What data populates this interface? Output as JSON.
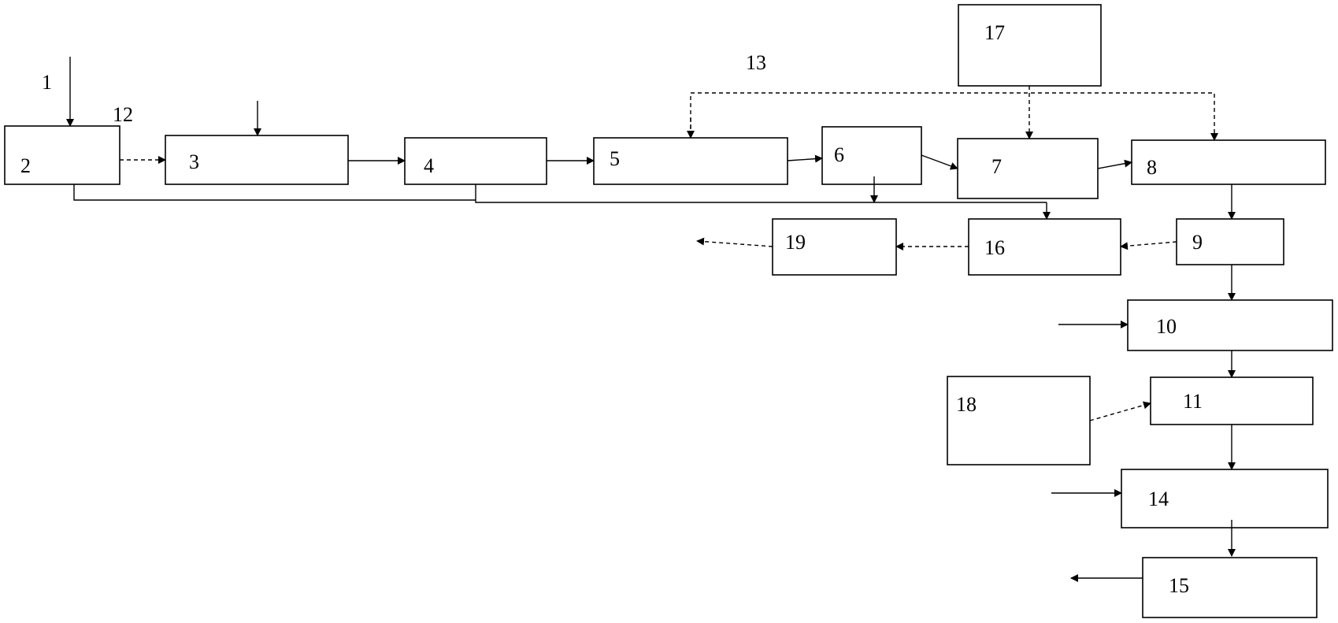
{
  "boxes": [
    {
      "id": "b2",
      "label": "2"
    },
    {
      "id": "b3",
      "label": "3"
    },
    {
      "id": "b4",
      "label": "4"
    },
    {
      "id": "b5",
      "label": "5"
    },
    {
      "id": "b6",
      "label": "6"
    },
    {
      "id": "b7",
      "label": "7"
    },
    {
      "id": "b8",
      "label": "8"
    },
    {
      "id": "b9",
      "label": "9"
    },
    {
      "id": "b10",
      "label": "10"
    },
    {
      "id": "b11",
      "label": "11"
    },
    {
      "id": "b14",
      "label": "14"
    },
    {
      "id": "b15",
      "label": "15"
    },
    {
      "id": "b16",
      "label": "16"
    },
    {
      "id": "b17",
      "label": "17"
    },
    {
      "id": "b18",
      "label": "18"
    },
    {
      "id": "b19",
      "label": "19"
    }
  ],
  "annotations": {
    "n1": "1",
    "n12": "12",
    "n13": "13"
  },
  "colors": {
    "stroke": "#000000",
    "background": "#ffffff"
  }
}
